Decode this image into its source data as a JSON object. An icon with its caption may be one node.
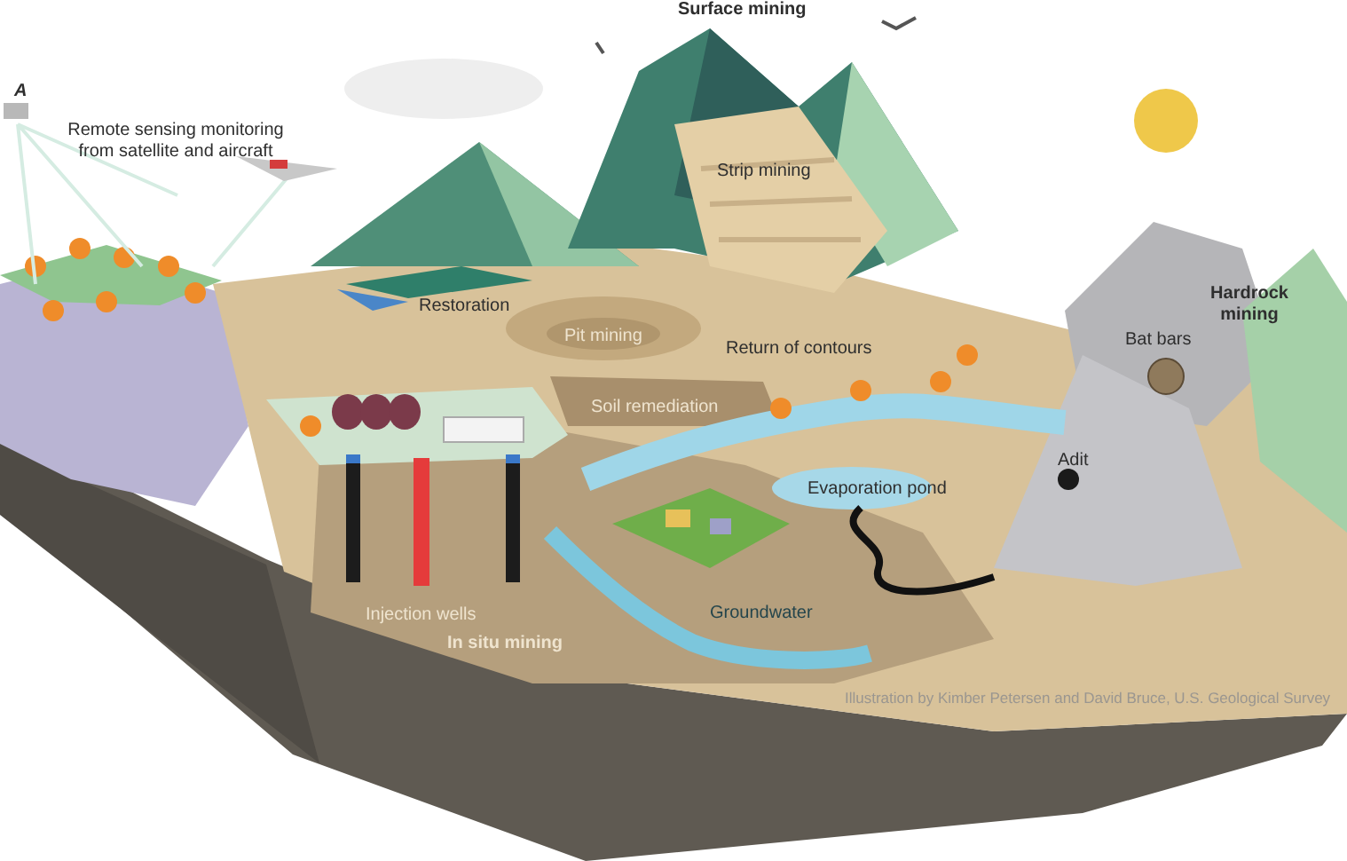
{
  "diagram": {
    "labels": [
      "A",
      "Remote sensing monitoring from satellite and aircraft",
      "Surface mining",
      "Strip mining",
      "Restoration",
      "Pit mining",
      "Return of contours",
      "Soil remediation",
      "Hardrock mining",
      "Bat bars",
      "Adit",
      "Evaporation pond",
      "Injection wells",
      "In situ mining",
      "Groundwater",
      "Illustration by Kimber Petersen and David Bruce, U.S. Geological Survey"
    ]
  }
}
